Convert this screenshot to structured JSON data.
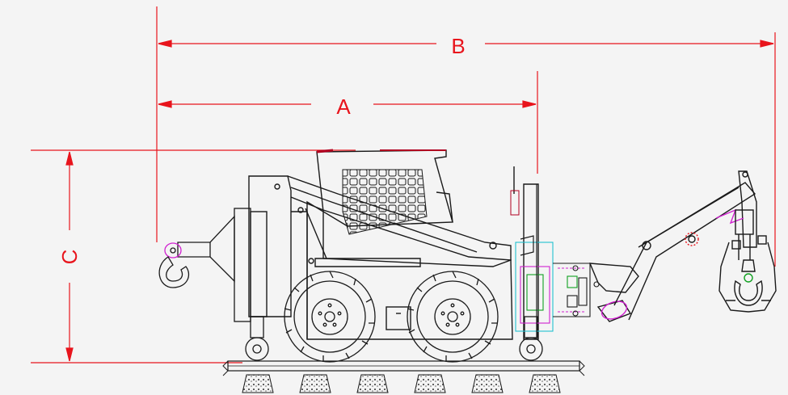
{
  "dimensions": {
    "a_label": "A",
    "b_label": "B",
    "c_label": "C"
  },
  "colors": {
    "dimension": "#e8141c",
    "outline": "#1a1a1a",
    "magenta": "#d020d0",
    "cyan": "#20c0d0",
    "green": "#10a020",
    "paper": "#f4f4f4"
  }
}
